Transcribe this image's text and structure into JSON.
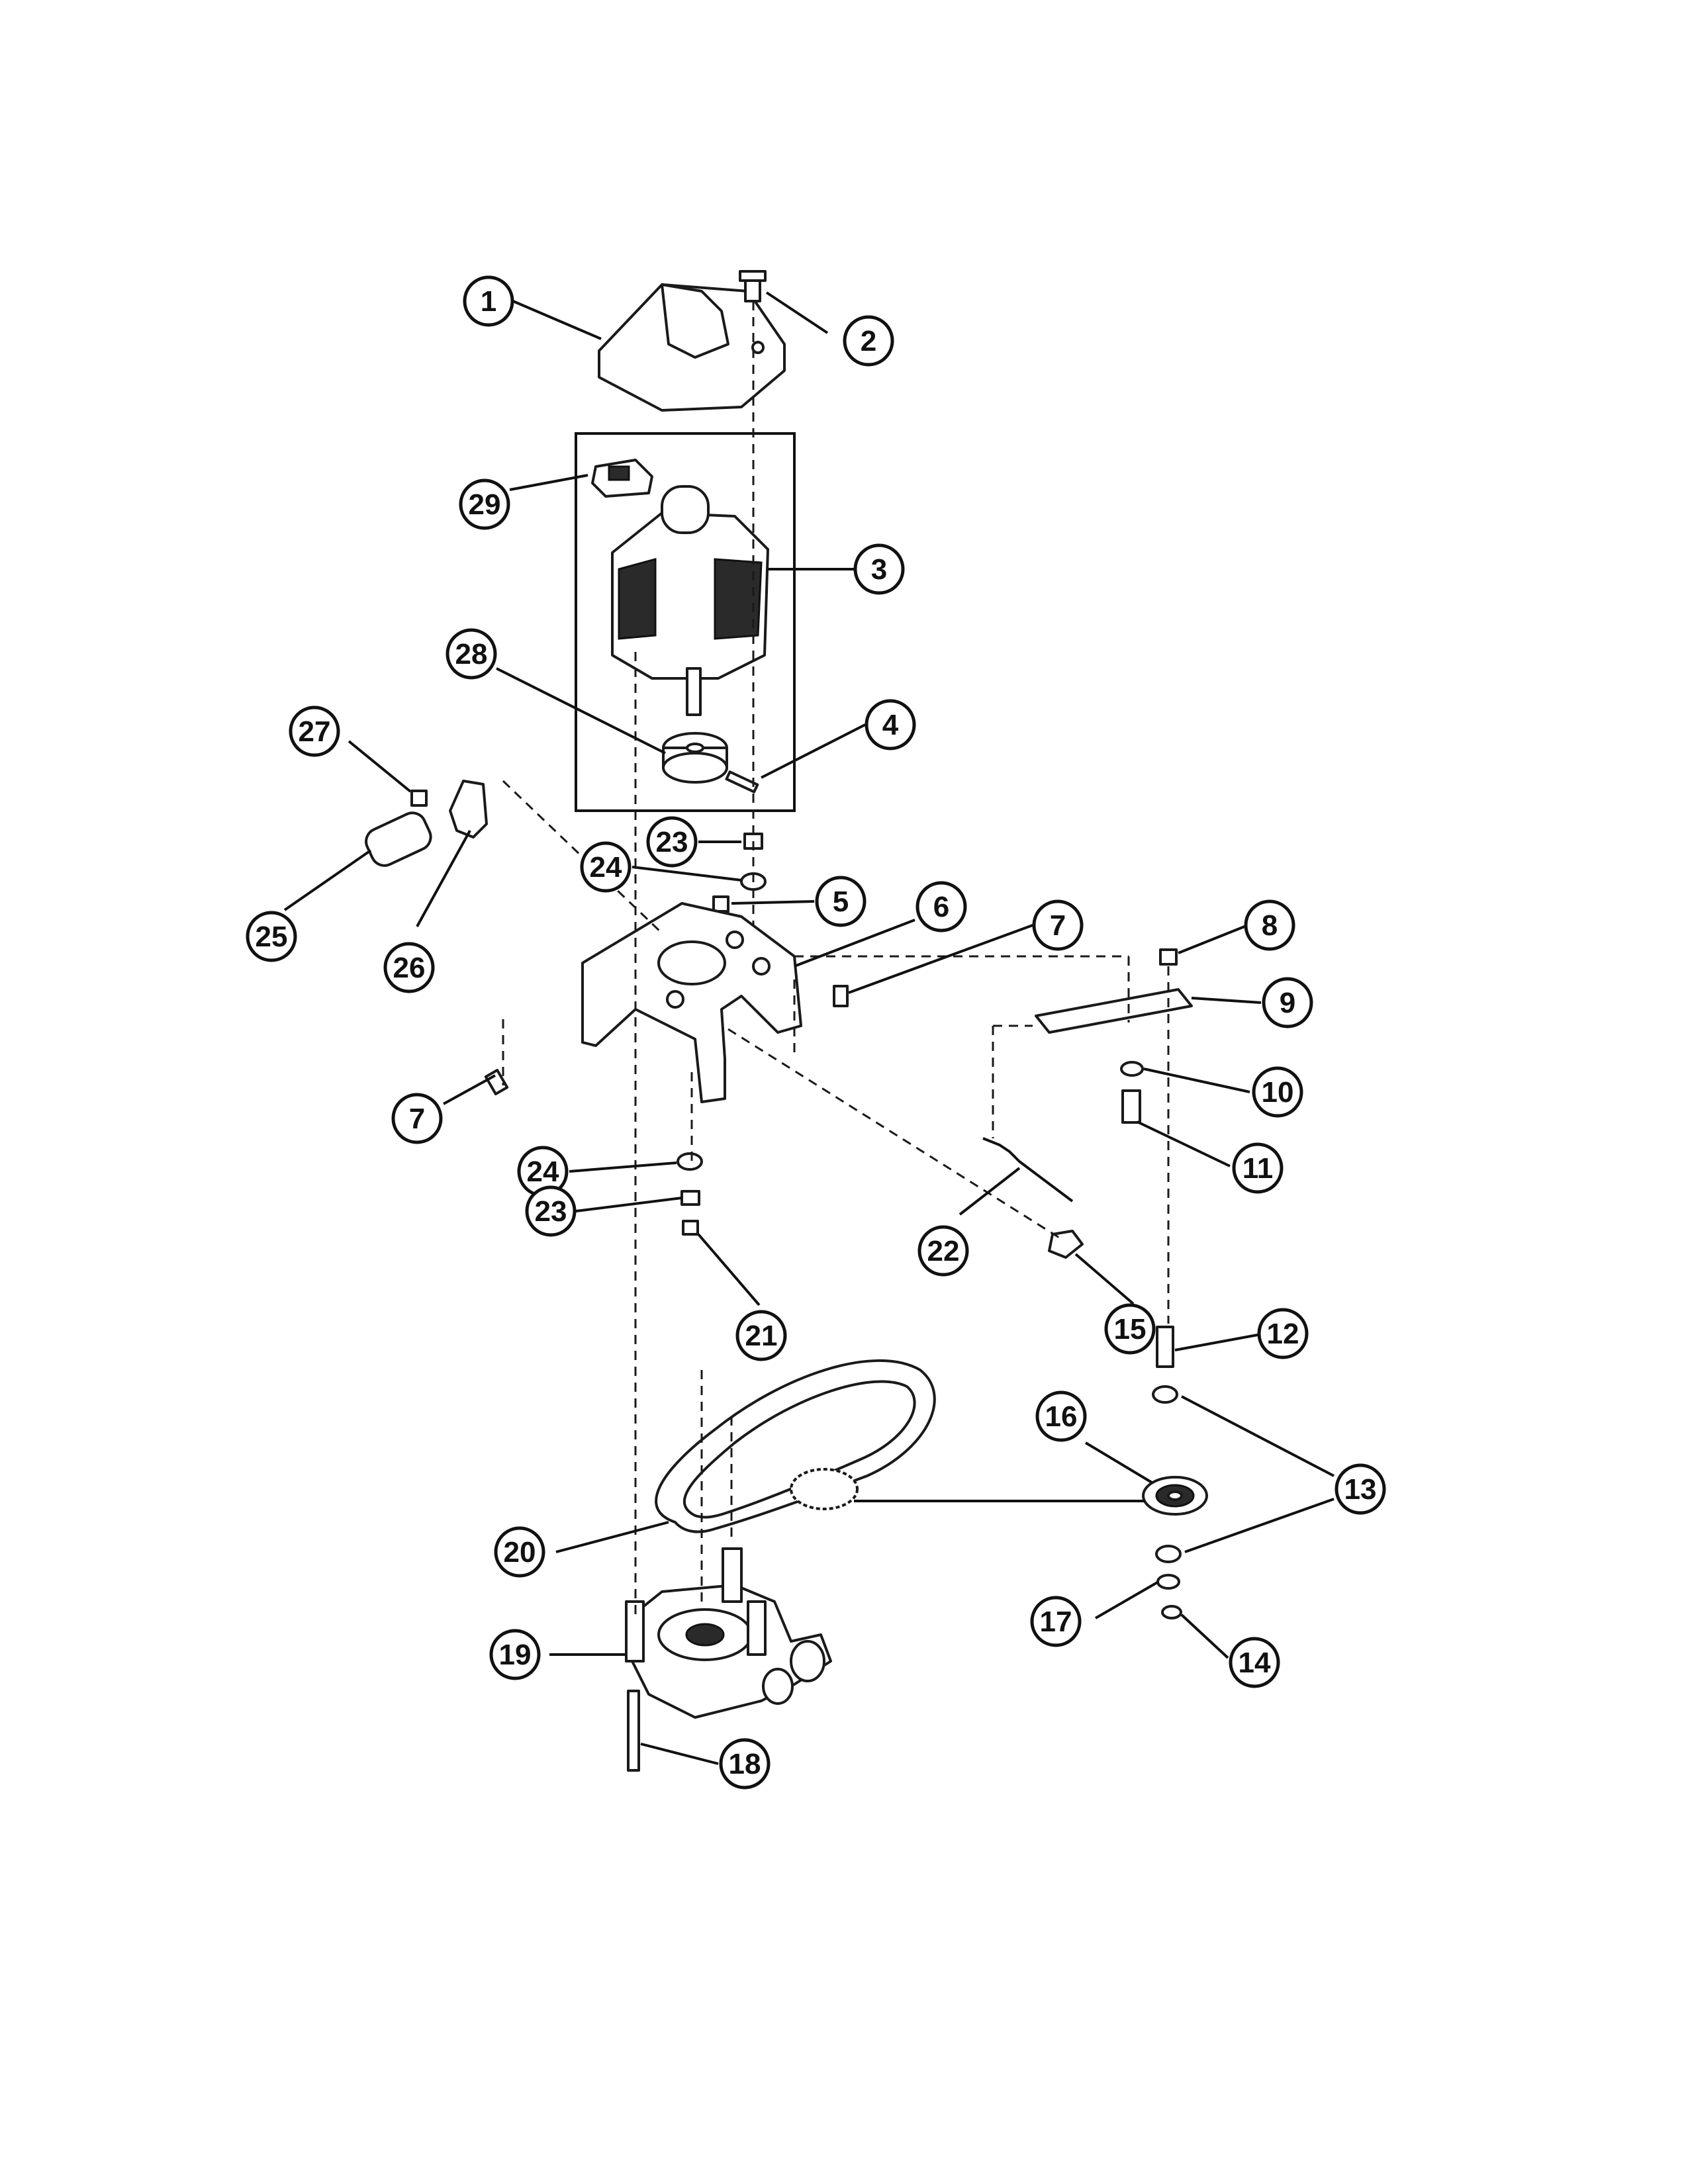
{
  "diagram": {
    "callouts": [
      "1",
      "2",
      "3",
      "4",
      "5",
      "6",
      "7",
      "8",
      "9",
      "10",
      "11",
      "12",
      "13",
      "14",
      "15",
      "16",
      "17",
      "18",
      "19",
      "20",
      "21",
      "22",
      "23",
      "24",
      "25",
      "26",
      "27",
      "28",
      "29"
    ],
    "callout_list": [
      {
        "id": "c1",
        "label": "1"
      },
      {
        "id": "c2",
        "label": "2"
      },
      {
        "id": "c29",
        "label": "29"
      },
      {
        "id": "c3",
        "label": "3"
      },
      {
        "id": "c28",
        "label": "28"
      },
      {
        "id": "c4",
        "label": "4"
      },
      {
        "id": "c27",
        "label": "27"
      },
      {
        "id": "c23a",
        "label": "23"
      },
      {
        "id": "c24a",
        "label": "24"
      },
      {
        "id": "c5",
        "label": "5"
      },
      {
        "id": "c6",
        "label": "6"
      },
      {
        "id": "c7a",
        "label": "7"
      },
      {
        "id": "c8",
        "label": "8"
      },
      {
        "id": "c9",
        "label": "9"
      },
      {
        "id": "c25",
        "label": "25"
      },
      {
        "id": "c26",
        "label": "26"
      },
      {
        "id": "c10",
        "label": "10"
      },
      {
        "id": "c7b",
        "label": "7"
      },
      {
        "id": "c11",
        "label": "11"
      },
      {
        "id": "c24b",
        "label": "24"
      },
      {
        "id": "c23b",
        "label": "23"
      },
      {
        "id": "c22",
        "label": "22"
      },
      {
        "id": "c21",
        "label": "21"
      },
      {
        "id": "c15",
        "label": "15"
      },
      {
        "id": "c12",
        "label": "12"
      },
      {
        "id": "c16",
        "label": "16"
      },
      {
        "id": "c13",
        "label": "13"
      },
      {
        "id": "c20",
        "label": "20"
      },
      {
        "id": "c17",
        "label": "17"
      },
      {
        "id": "c19",
        "label": "19"
      },
      {
        "id": "c14",
        "label": "14"
      },
      {
        "id": "c18",
        "label": "18"
      }
    ]
  }
}
